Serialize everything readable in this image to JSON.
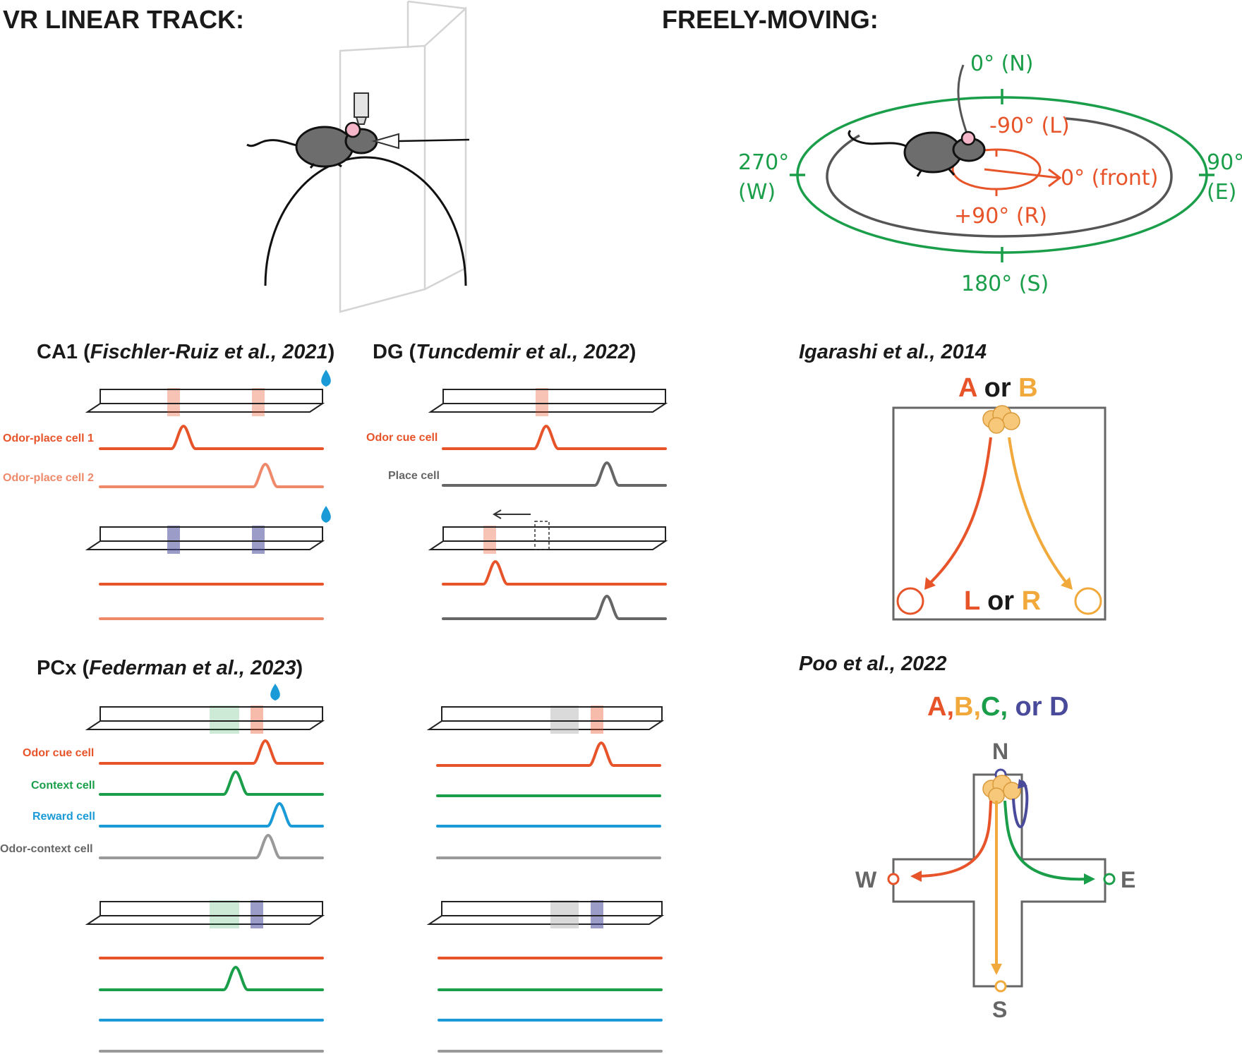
{
  "headers": {
    "vr_title": "VR LINEAR TRACK:",
    "freely_title": "FREELY-MOVING:"
  },
  "compass": {
    "north": "0° (N)",
    "east_deg": "90°",
    "east_dir": "(E)",
    "south": "180° (S)",
    "west_deg": "270°",
    "west_dir": "(W)",
    "left": "-90° (L)",
    "front": "0° (front)",
    "right": "+90° (R)"
  },
  "ca1": {
    "region": "CA1 (",
    "citation": "Fischler-Ruiz et al., 2021",
    "close": ")"
  },
  "dg": {
    "region": "DG (",
    "citation": "Tuncdemir et al., 2022",
    "close": ")"
  },
  "pcx": {
    "region": "PCx (",
    "citation": "Federman et al., 2023",
    "close": ")"
  },
  "igarashi": {
    "citation": "Igarashi et al., 2014",
    "choice_a": "A",
    "choice_or": " or ",
    "choice_b": "B",
    "port_l": "L",
    "port_or": " or ",
    "port_r": "R"
  },
  "poo": {
    "citation": "Poo et al., 2022",
    "a": "A,",
    "b": "B,",
    "c": "C,",
    "or": " or ",
    "d": "D",
    "n": "N",
    "s": "S",
    "e": "E",
    "w": "W"
  },
  "cell_labels": {
    "odor_place_1": "Odor-place cell 1",
    "odor_place_2": "Odor-place cell 2",
    "odor_cue_dg": "Odor cue cell",
    "place_cell": "Place cell",
    "odor_cue_pcx": "Odor cue cell",
    "context_cell": "Context cell",
    "reward_cell": "Reward cell",
    "odor_context_cell": "Odor-context cell"
  },
  "colors": {
    "odor_orange": "#e8542a",
    "odor_light": "#f0896a",
    "gray": "#666666",
    "green": "#1a9e4a",
    "blue": "#1a9ad6",
    "light_gray": "#999999",
    "purple": "#4a4a9a",
    "yellow": "#f2a93b",
    "compass_green": "#1a9e4a"
  }
}
